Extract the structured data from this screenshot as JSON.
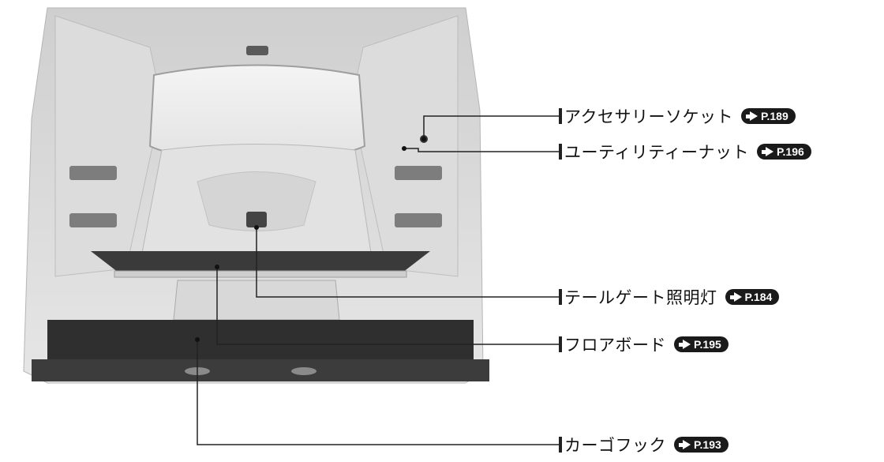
{
  "callouts": [
    {
      "id": "accessory-socket",
      "label": "アクセサリーソケット",
      "ref": "P.189"
    },
    {
      "id": "utility-nut",
      "label": "ユーティリティーナット",
      "ref": "P.196"
    },
    {
      "id": "tailgate-light",
      "label": "テールゲート照明灯",
      "ref": "P.184"
    },
    {
      "id": "floor-board",
      "label": "フロアボード",
      "ref": "P.195"
    },
    {
      "id": "cargo-hook",
      "label": "カーゴフック",
      "ref": "P.193"
    }
  ],
  "colors": {
    "line": "#222222",
    "illustration_light": "#e9e9e9",
    "illustration_dark": "#2e2e2e"
  },
  "icons": {
    "ref_arrow": "arrow-right-icon"
  }
}
